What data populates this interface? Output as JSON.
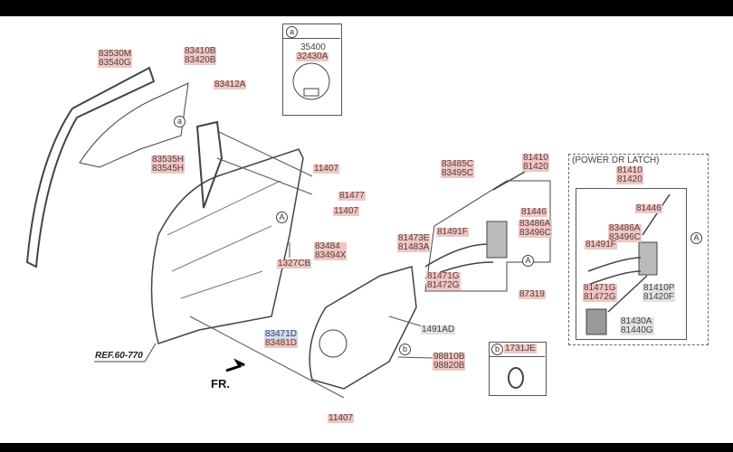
{
  "labels": {
    "l83530": [
      "83530M",
      "83540G"
    ],
    "l83410": [
      "83410B",
      "83420B"
    ],
    "l83412": "83412A",
    "l35400": "35400",
    "l32430": "32430A",
    "l83535": [
      "83535H",
      "83545H"
    ],
    "l11407a": "11407",
    "l81477": "81477",
    "l11407b": "11407",
    "l1327": "1327CB",
    "l83484": [
      "83484",
      "83494X"
    ],
    "l83485": [
      "83485C",
      "83495C"
    ],
    "l81410": [
      "81410",
      "81420"
    ],
    "l81446": "81446",
    "l83486": [
      "83486A",
      "83496C"
    ],
    "l81491": "81491F",
    "l81473": [
      "81473E",
      "81483A"
    ],
    "l81471": [
      "81471G",
      "81472G"
    ],
    "l87319": "87319",
    "l83471": [
      "83471D",
      "83481D"
    ],
    "l1491": "1491AD",
    "l98810": [
      "98810B",
      "98820B"
    ],
    "l1731": "1731JE",
    "l11407c": "11407",
    "ref": "REF.60-770",
    "fr": "FR.",
    "power_title": "(POWER DR LATCH)",
    "p81410": [
      "81410",
      "81420"
    ],
    "p81446": "81446",
    "p83486": [
      "83486A",
      "83496C"
    ],
    "p81491": "81491F",
    "p81471": [
      "81471G",
      "81472G"
    ],
    "p81410p": [
      "81410P",
      "81420F"
    ],
    "p81430": [
      "81430A",
      "81440G"
    ]
  },
  "callouts": {
    "a": "a",
    "b": "b",
    "A": "A"
  }
}
